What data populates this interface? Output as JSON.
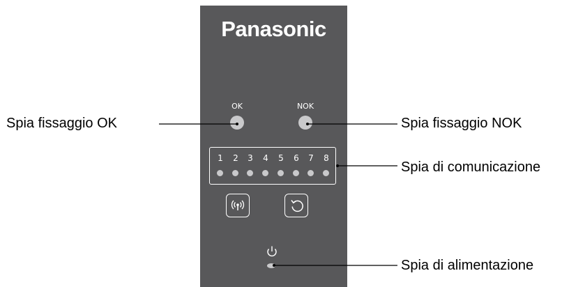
{
  "panel": {
    "brand": "Panasonic",
    "ok_label": "OK",
    "nok_label": "NOK",
    "channels": [
      "1",
      "2",
      "3",
      "4",
      "5",
      "6",
      "7",
      "8"
    ],
    "buttons": [
      "wireless-icon",
      "reset-icon"
    ],
    "power_icon": "power-icon"
  },
  "callouts": {
    "ok": "Spia fissaggio OK",
    "nok": "Spia fissaggio NOK",
    "communication": "Spia di comunicazione",
    "power": "Spia di alimentazione"
  },
  "colors": {
    "panel": "#58585a",
    "led": "#c9c9cb",
    "text": "#000000"
  }
}
